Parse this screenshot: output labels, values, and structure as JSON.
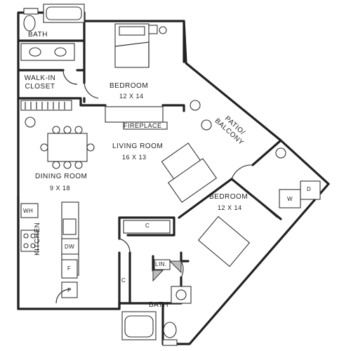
{
  "rooms": {
    "bath_top": "BATH",
    "walk_in_closet": "WALK-IN\nCLOSET",
    "bedroom_1": "BEDROOM",
    "bedroom_1_size": "12 X 14",
    "fireplace": "FIREPLACE",
    "patio_balcony": "PATIO/\nBALCONY",
    "living_room": "LIVING ROOM",
    "living_room_size": "16 X 13",
    "dining_room": "DINING ROOM",
    "dining_room_size": "9 X 18",
    "bedroom_2": "BEDROOM",
    "bedroom_2_size": "12 X 14",
    "kitchen": "KITCHEN",
    "bath_bottom": "BATH"
  },
  "fixtures": {
    "wh": "WH",
    "dw": "DW",
    "fridge": "F",
    "pantry": "P",
    "closet_c1": "C",
    "closet_c2": "C",
    "linen": "LIN.",
    "dryer": "D",
    "washer": "W"
  }
}
